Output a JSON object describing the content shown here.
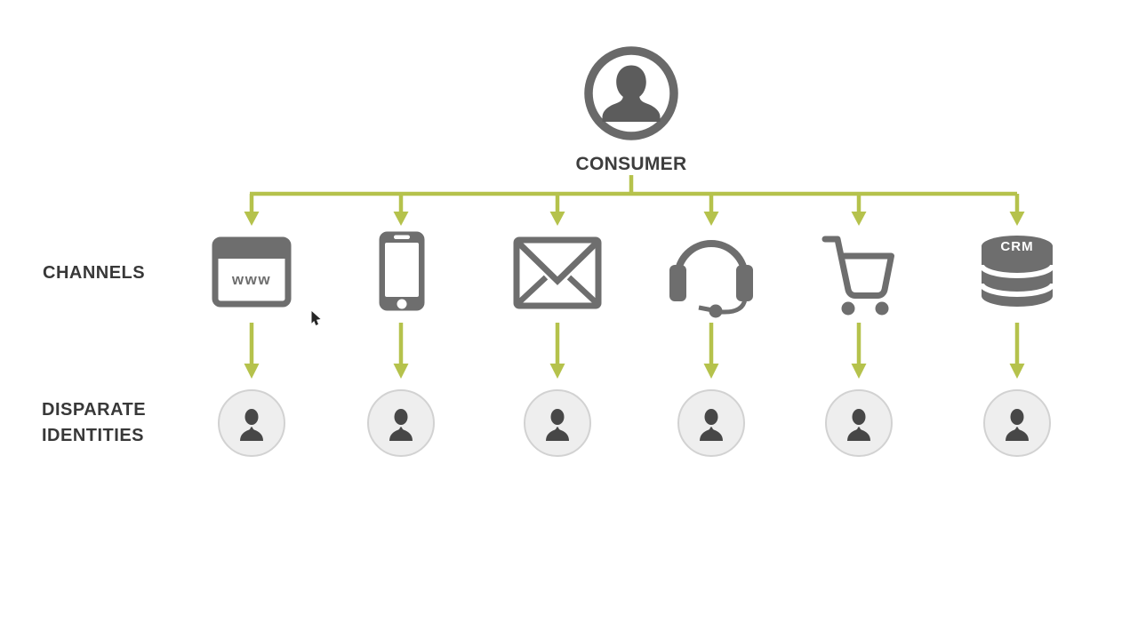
{
  "diagram": {
    "consumer": {
      "label": "CONSUMER",
      "icon": "person-circle-icon"
    },
    "row_labels": {
      "channels": "CHANNELS",
      "identities": "DISPARATE\nIDENTITIES"
    },
    "channels": [
      {
        "id": "website",
        "icon": "browser-window-icon",
        "text": "www"
      },
      {
        "id": "mobile",
        "icon": "smartphone-icon",
        "text": ""
      },
      {
        "id": "email",
        "icon": "envelope-icon",
        "text": ""
      },
      {
        "id": "call-center",
        "icon": "headset-icon",
        "text": ""
      },
      {
        "id": "ecommerce",
        "icon": "shopping-cart-icon",
        "text": ""
      },
      {
        "id": "crm",
        "icon": "database-icon",
        "text": "CRM"
      }
    ],
    "identities": {
      "count": 6,
      "icon": "person-icon"
    },
    "colors": {
      "connector_green": "#b5c24c",
      "icon_gray": "#6e6e6e",
      "consumer_ring_gray": "#696969",
      "identity_fill": "#eeeeee",
      "identity_border": "#d2d2d2",
      "label_text": "#383838",
      "background": "#ffffff"
    }
  },
  "cursor": {
    "icon": "mouse-pointer"
  }
}
